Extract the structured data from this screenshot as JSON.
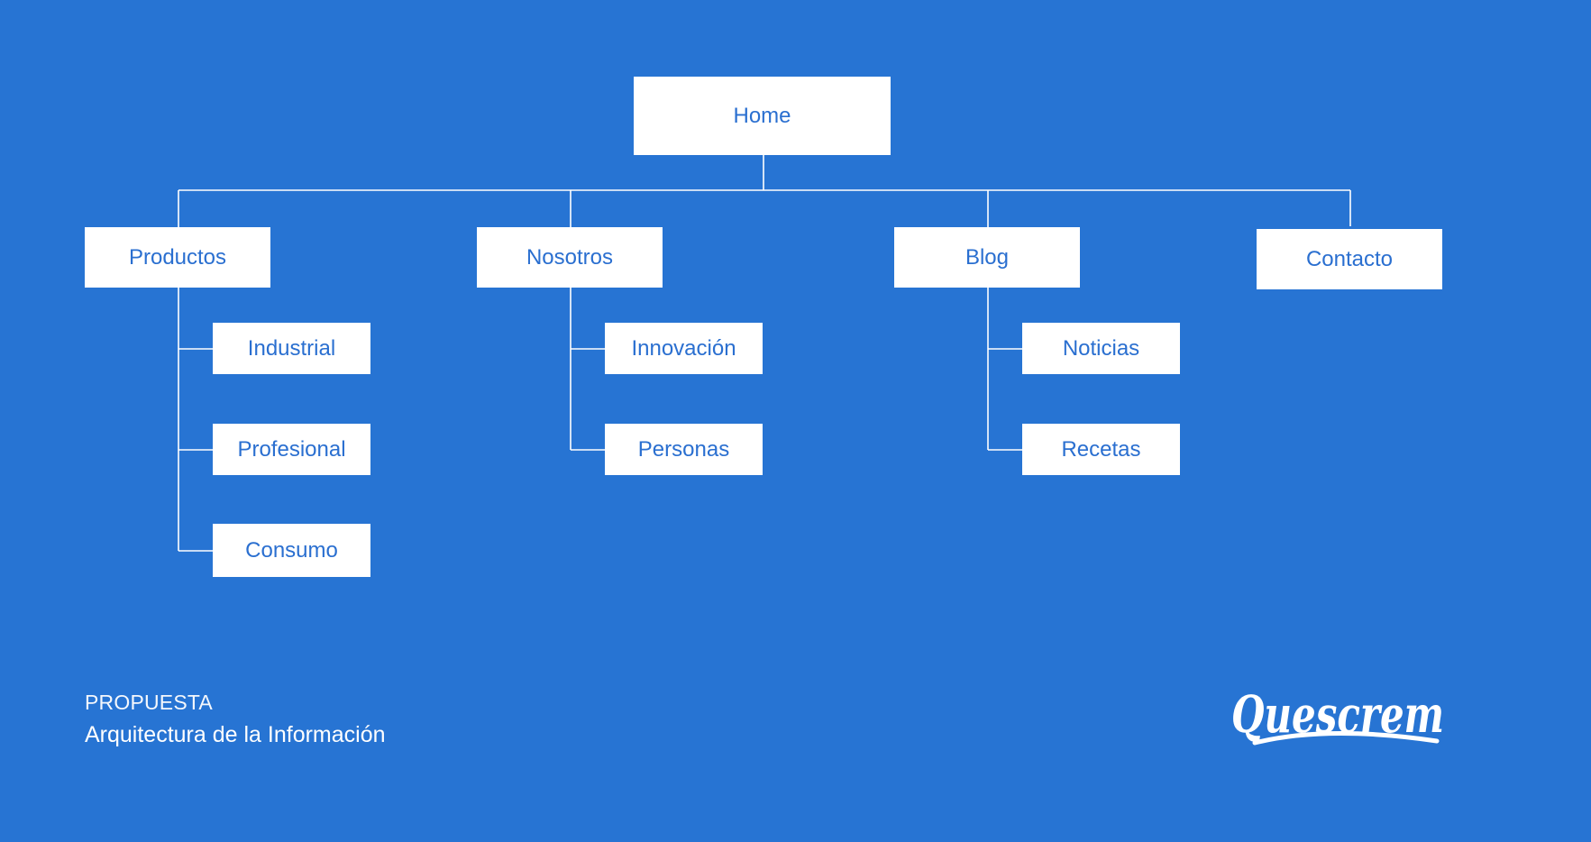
{
  "diagram": {
    "root": {
      "id": "home",
      "label": "Home"
    },
    "sections": [
      {
        "id": "productos",
        "label": "Productos",
        "children": [
          {
            "id": "industrial",
            "label": "Industrial"
          },
          {
            "id": "profesional",
            "label": "Profesional"
          },
          {
            "id": "consumo",
            "label": "Consumo"
          }
        ]
      },
      {
        "id": "nosotros",
        "label": "Nosotros",
        "children": [
          {
            "id": "innovacion",
            "label": "Innovación"
          },
          {
            "id": "personas",
            "label": "Personas"
          }
        ]
      },
      {
        "id": "blog",
        "label": "Blog",
        "children": [
          {
            "id": "noticias",
            "label": "Noticias"
          },
          {
            "id": "recetas",
            "label": "Recetas"
          }
        ]
      },
      {
        "id": "contacto",
        "label": "Contacto",
        "children": []
      }
    ]
  },
  "caption": {
    "kicker": "PROPUESTA",
    "title": "Arquitectura de la Información"
  },
  "brand": {
    "logo_text": "Quescrem"
  },
  "colors": {
    "background": "#2774d3",
    "node_fill": "#ffffff",
    "node_text": "#2a6fd0",
    "connector": "#ffffff"
  }
}
